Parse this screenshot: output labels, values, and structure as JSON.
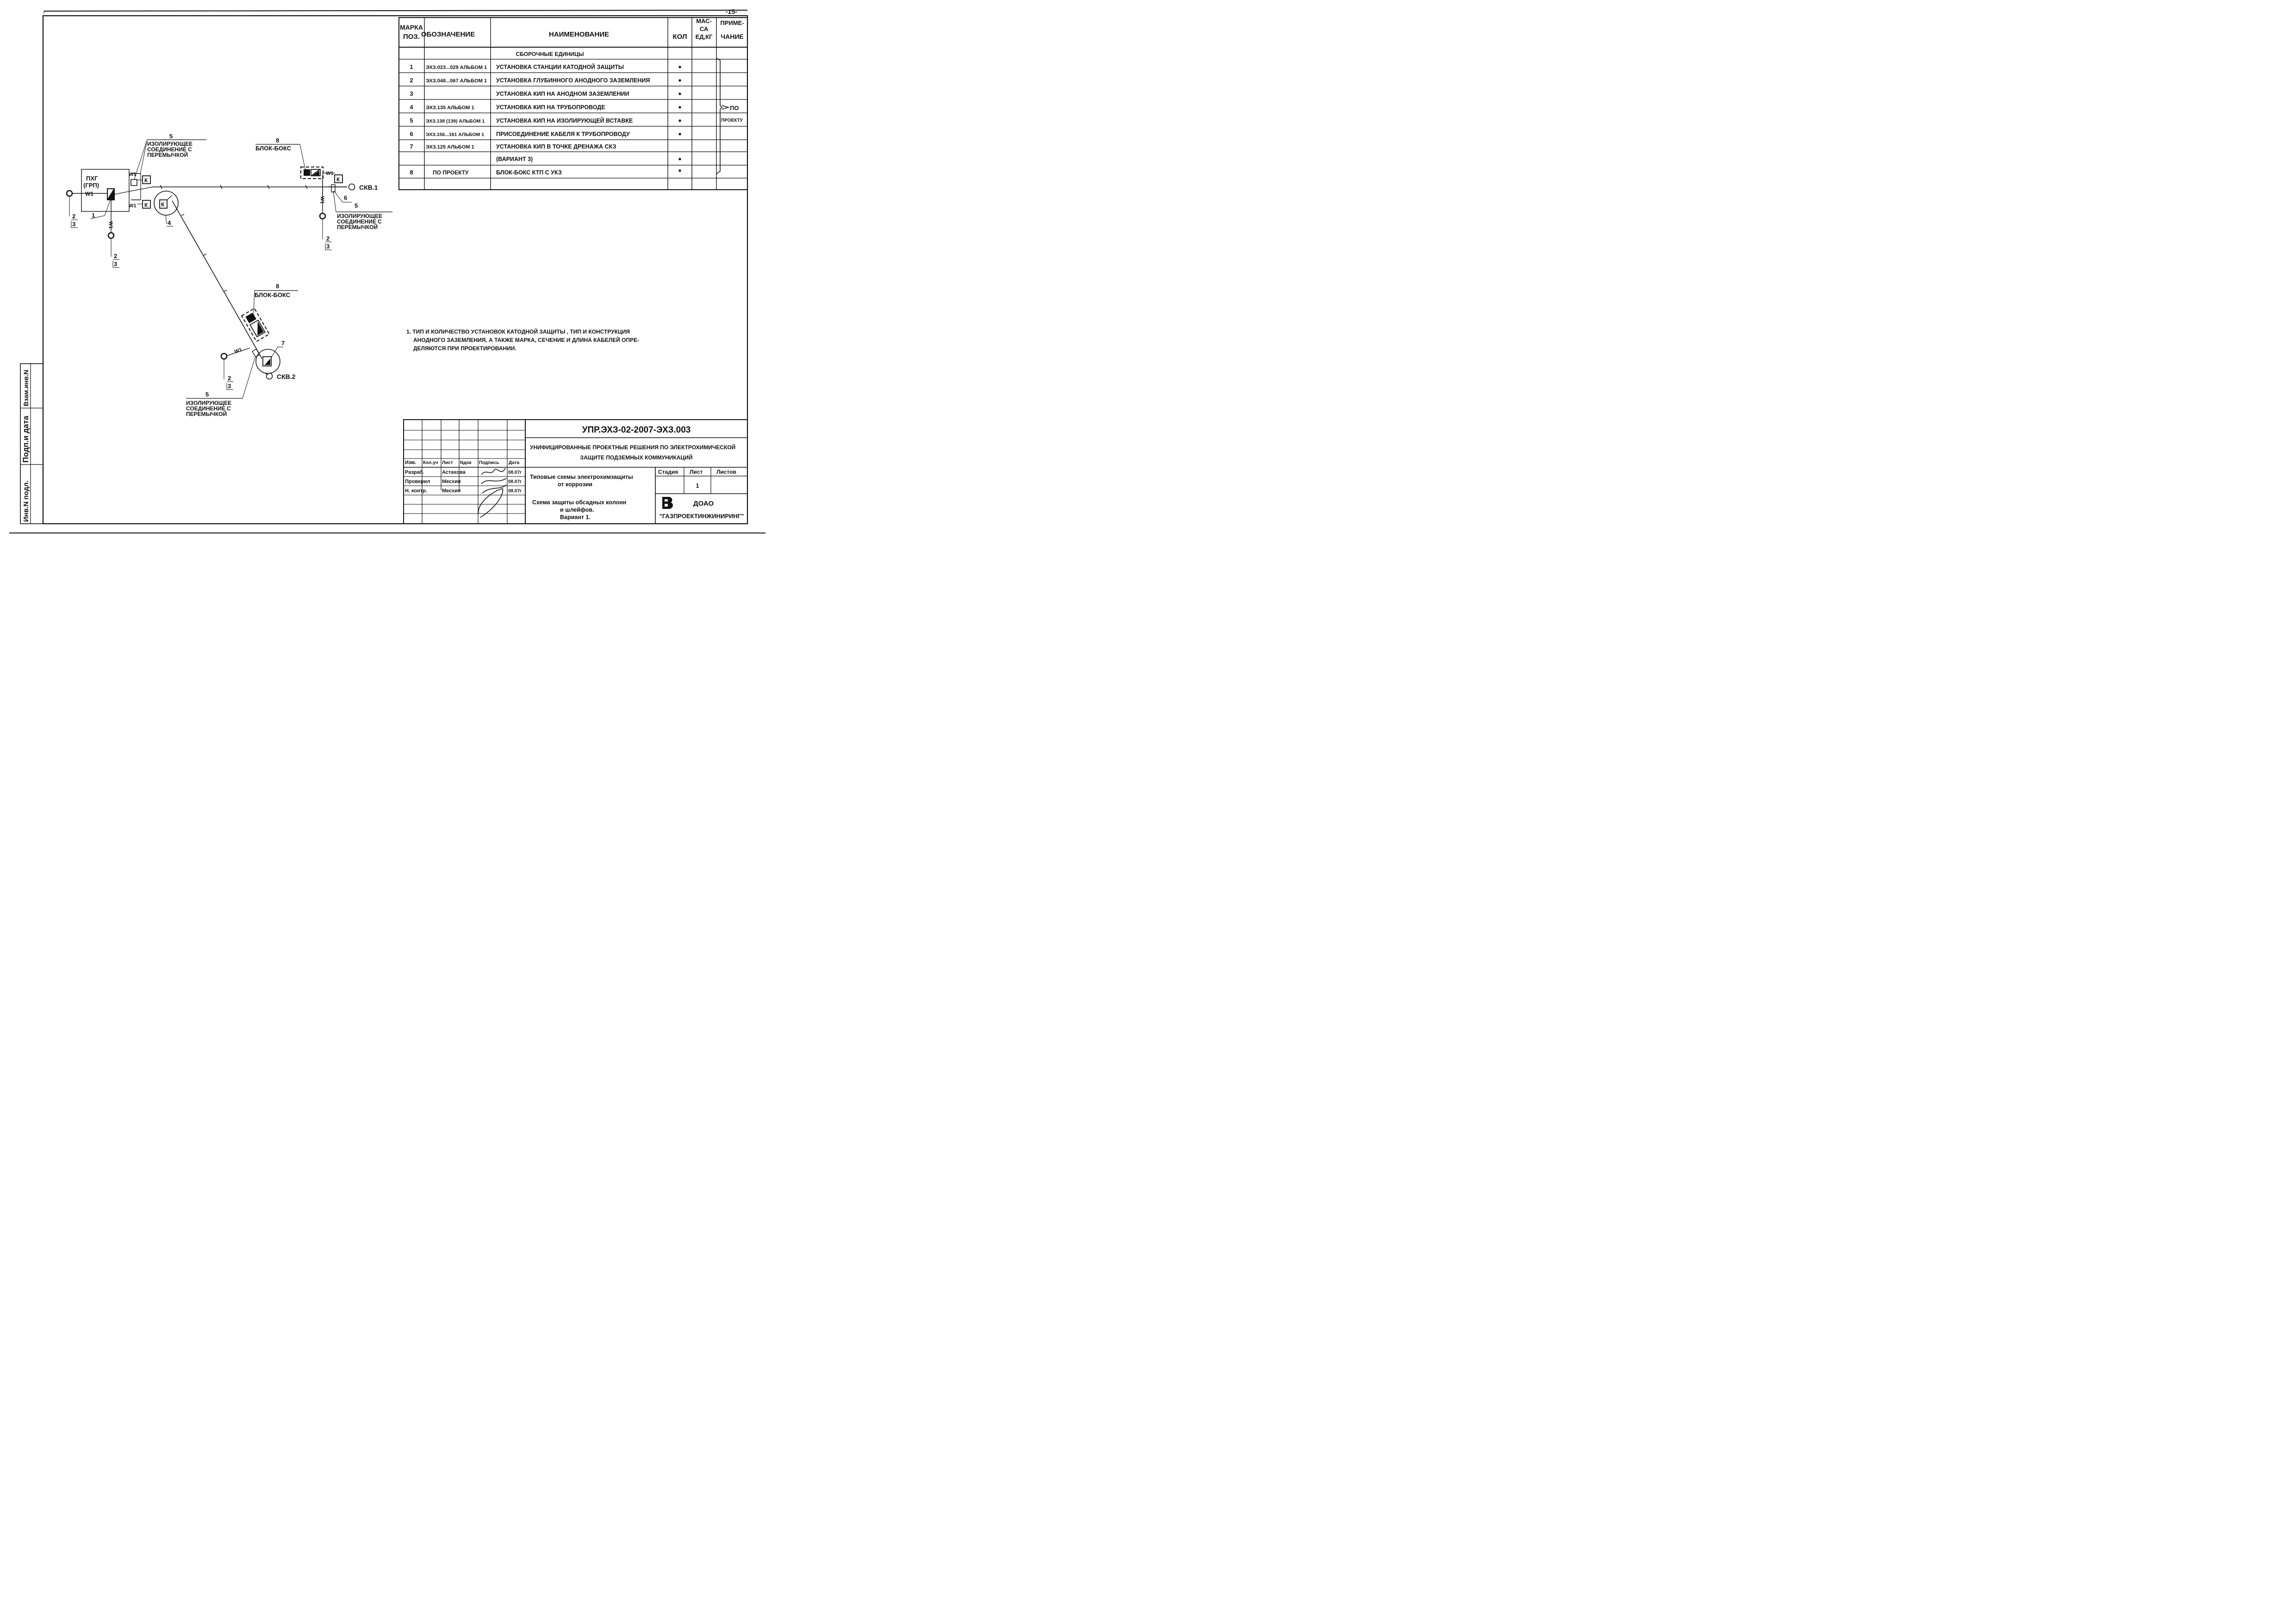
{
  "sheet_number": "-15-",
  "spec_table": {
    "headers": {
      "mark_l1": "МАРКА",
      "mark_l2": "ПОЗ.",
      "designation": "ОБОЗНАЧЕНИЕ",
      "name": "НАИМЕНОВАНИЕ",
      "qty": "КОЛ",
      "mass_l1": "МАС-",
      "mass_l2": "СА",
      "mass_l3": "ЕД,КГ",
      "note_l1": "ПРИМЕ-",
      "note_l2": "ЧАНИЕ"
    },
    "section_title": "СБОРОЧНЫЕ ЕДИНИЦЫ",
    "rows": [
      {
        "mark": "1",
        "designation": "ЭХЗ.023...029 АЛЬБОМ 1",
        "name": "УСТАНОВКА СТАНЦИИ КАТОДНОЙ ЗАЩИТЫ",
        "qty": "•"
      },
      {
        "mark": "2",
        "designation": "ЭХЗ.048...067 АЛЬБОМ 1",
        "name": "УСТАНОВКА ГЛУБИННОГО АНОДНОГО ЗАЗЕМЛЕНИЯ",
        "qty": "•"
      },
      {
        "mark": "3",
        "designation": "",
        "name": "УСТАНОВКА КИП НА АНОДНОМ ЗАЗЕМЛЕНИИ",
        "qty": "•"
      },
      {
        "mark": "4",
        "designation": "ЭХЗ.135   АЛЬБОМ 1",
        "name": "УСТАНОВКА КИП НА ТРУБОПРОВОДЕ",
        "qty": "•"
      },
      {
        "mark": "5",
        "designation": "ЭХЗ.138 (139) АЛЬБОМ 1",
        "name": "УСТАНОВКА КИП НА ИЗОЛИРУЮЩЕЙ ВСТАВКЕ",
        "qty": "•"
      },
      {
        "mark": "6",
        "designation": "ЭХЗ.156...161 АЛЬБОМ 1",
        "name": "ПРИСОЕДИНЕНИЕ КАБЕЛЯ К ТРУБОПРОВОДУ",
        "qty": "•"
      },
      {
        "mark": "7",
        "designation": "ЭХЗ.125 АЛЬБОМ 1",
        "name": "УСТАНОВКА КИП В ТОЧКЕ ДРЕНАЖА СКЗ",
        "qty": ""
      },
      {
        "mark": "",
        "designation": "",
        "name": "(ВАРИАНТ 3)",
        "qty": "•"
      },
      {
        "mark": "8",
        "designation": "ПО ПРОЕКТУ",
        "name": "БЛОК-БОКС КТП С УКЗ",
        "qty": "•"
      },
      {
        "mark": "",
        "designation": "",
        "name": "",
        "qty": ""
      }
    ],
    "note_brace_l1": "ПО",
    "note_brace_l2": "ПРОЕКТУ"
  },
  "note_text": [
    "1.  ТИП И КОЛИЧЕСТВО УСТАНОВОК КАТОДНОЙ ЗАЩИТЫ , ТИП И КОНСТРУКЦИЯ",
    "АНОДНОГО ЗАЗЕМЛЕНИЯ, А ТАКЖЕ МАРКА, СЕЧЕНИЕ И ДЛИНА КАБЕЛЕЙ ОПРЕ-",
    "ДЕЛЯЮТСЯ ПРИ ПРОЕКТИРОВАНИИ."
  ],
  "diagram": {
    "insulating_joint_l1": "ИЗОЛИРУЮЩЕЕ",
    "insulating_joint_l2": "СОЕДИНЕНИЕ С",
    "insulating_joint_l3": "ПЕРЕМЫЧКОЙ",
    "block_box": "БЛОК-БОКС",
    "pkhg_l1": "ПХГ",
    "pkhg_l2": "(ГРП)",
    "well_1": "СКВ.1",
    "well_2": "СКВ.2",
    "cable": "W1",
    "kip": "К",
    "num_1": "1",
    "num_2": "2",
    "num_3": "3",
    "num_4": "4",
    "num_5": "5",
    "num_6": "6",
    "num_7": "7",
    "num_8": "8"
  },
  "title_block": {
    "doc_code": "УПР.ЭХЗ-02-2007-ЭХЗ.003",
    "project_l1": "УНИФИЦИРОВАННЫЕ ПРОЕКТНЫЕ РЕШЕНИЯ ПО ЭЛЕКТРОХИМИЧЕСКОЙ",
    "project_l2": "ЗАЩИТЕ ПОДЗЕМНЫХ КОММУНИКАЦИЙ",
    "col_izm": "Изм.",
    "col_kol": "Кол.уч",
    "col_list": "Лист",
    "col_ndok": "Nдок",
    "col_podp": "Подпись",
    "col_data": "Дата",
    "roles": [
      {
        "role": "Разраб.",
        "name": "Астахова",
        "date": "08.07г"
      },
      {
        "role": "Проверил",
        "name": "Месхия",
        "date": "08.07г"
      },
      {
        "role": "Н. контр.",
        "name": "Месхия",
        "date": "08.07г"
      }
    ],
    "section_title_l1": "Типовые схемы электрохимзащиты",
    "section_title_l2": "от коррозии",
    "stage_label": "Стадия",
    "sheet_label": "Лист",
    "sheets_label": "Листов",
    "sheet_value": "1",
    "drawing_title_l1": "Схема защиты обсадных колонн",
    "drawing_title_l2": "и шлейфов.",
    "drawing_title_l3": "Вариант 1.",
    "company_l1": "ДОАО",
    "company_l2": "\"ГАЗПРОЕКТИНЖИНИРИНГ\""
  },
  "side_stamp": {
    "inv_podl": "Инв.N подл.",
    "podp_data": "Подп.и дата",
    "vzam_inv": "Взам.инв.N"
  }
}
